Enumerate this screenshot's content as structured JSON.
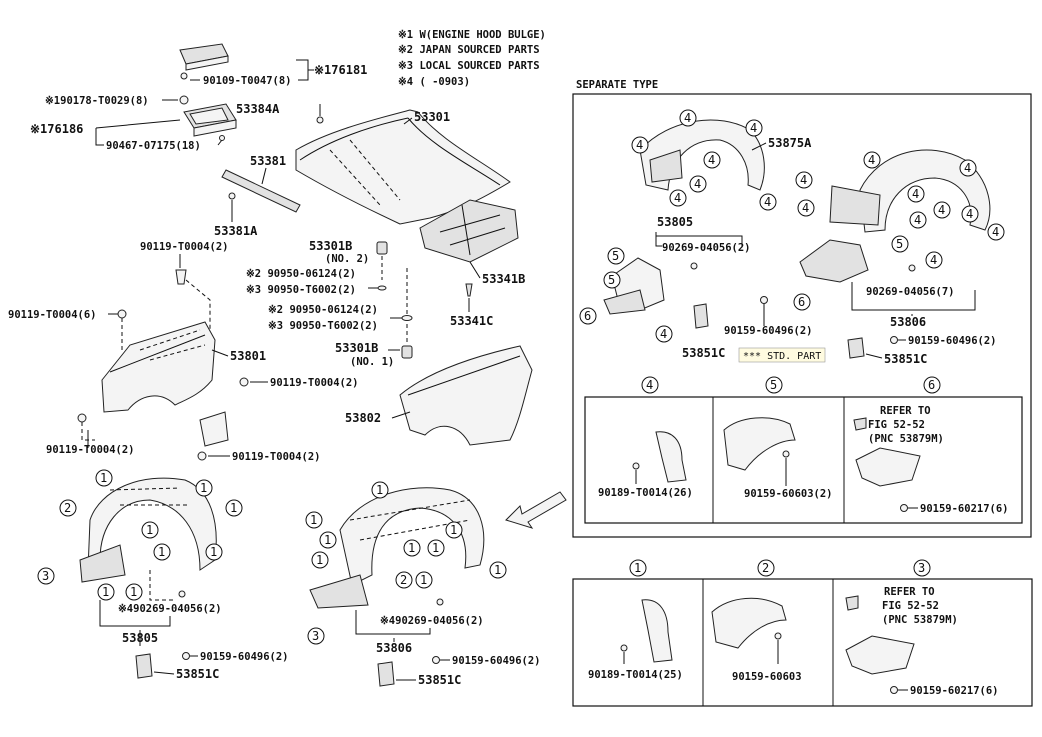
{
  "notes": {
    "n1": "※1 W(ENGINE HOOD BULGE)",
    "n2": "※2 JAPAN SOURCED PARTS",
    "n3": "※3 LOCAL SOURCED PARTS",
    "n4": "※4 (        -0903)"
  },
  "separate_type": "SEPARATE TYPE",
  "std_part": "*** STD. PART",
  "labels": {
    "p76181": "※176181",
    "p90109": "90109-T0047(8)",
    "p190178": "※190178-T0029(8)",
    "p53384A": "53384A",
    "p53301": "53301",
    "p76186": "※176186",
    "p90467": "90467-07175(18)",
    "p53381": "53381",
    "p53381A": "53381A",
    "p90119a": "90119-T0004(2)",
    "p53301B2": "53301B",
    "p53301B2n": "(NO. 2)",
    "p53341B": "53341B",
    "p90950_2a": "※2 90950-06124(2)",
    "p90950_3a": "※3 90950-T6002(2)",
    "p90950_2b": "※2 90950-06124(2)",
    "p90950_3b": "※3 90950-T6002(2)",
    "p53341C": "53341C",
    "p90119b": "90119-T0004(6)",
    "p53301B1": "53301B",
    "p53301B1n": "(NO. 1)",
    "p53801": "53801",
    "p90119c": "90119-T0004(2)",
    "p53802": "53802",
    "p90119d": "90119-T0004(2)",
    "p90119e": "90119-T0004(2)",
    "p490269a": "※490269-04056(2)",
    "p53805a": "53805",
    "p90159a": "90159-60496(2)",
    "p53851Ca": "53851C",
    "p490269b": "※490269-04056(2)",
    "p53806a": "53806",
    "p90159b": "90159-60496(2)",
    "p53851Cb": "53851C",
    "p53875A": "53875A",
    "p53805b": "53805",
    "p90269a": "90269-04056(2)",
    "p90159c": "90159-60496(2)",
    "p53851Cc": "53851C",
    "p90269b": "90269-04056(7)",
    "p53806b": "53806",
    "p90159d": "90159-60496(2)",
    "p53851Cd": "53851C",
    "p90189a": "90189-T0014(26)",
    "p90159e": "90159-60603(2)",
    "refer1": "REFER TO",
    "fig1": "FIG 52-52",
    "pnc1": "(PNC 53879M)",
    "p90159f": "90159-60217(6)",
    "p90189b": "90189-T0014(25)",
    "p90159g": "90159-60603",
    "refer2": "REFER TO",
    "fig2": "FIG 52-52",
    "pnc2": "(PNC 53879M)",
    "p90159h": "90159-60217(6)"
  },
  "callouts": {
    "c1": "①",
    "c2": "②",
    "c3": "③",
    "c4": "④",
    "c5": "⑤",
    "c6": "⑥"
  },
  "circles": {
    "one": "1",
    "two": "2",
    "three": "3",
    "four": "4",
    "five": "5",
    "six": "6"
  }
}
